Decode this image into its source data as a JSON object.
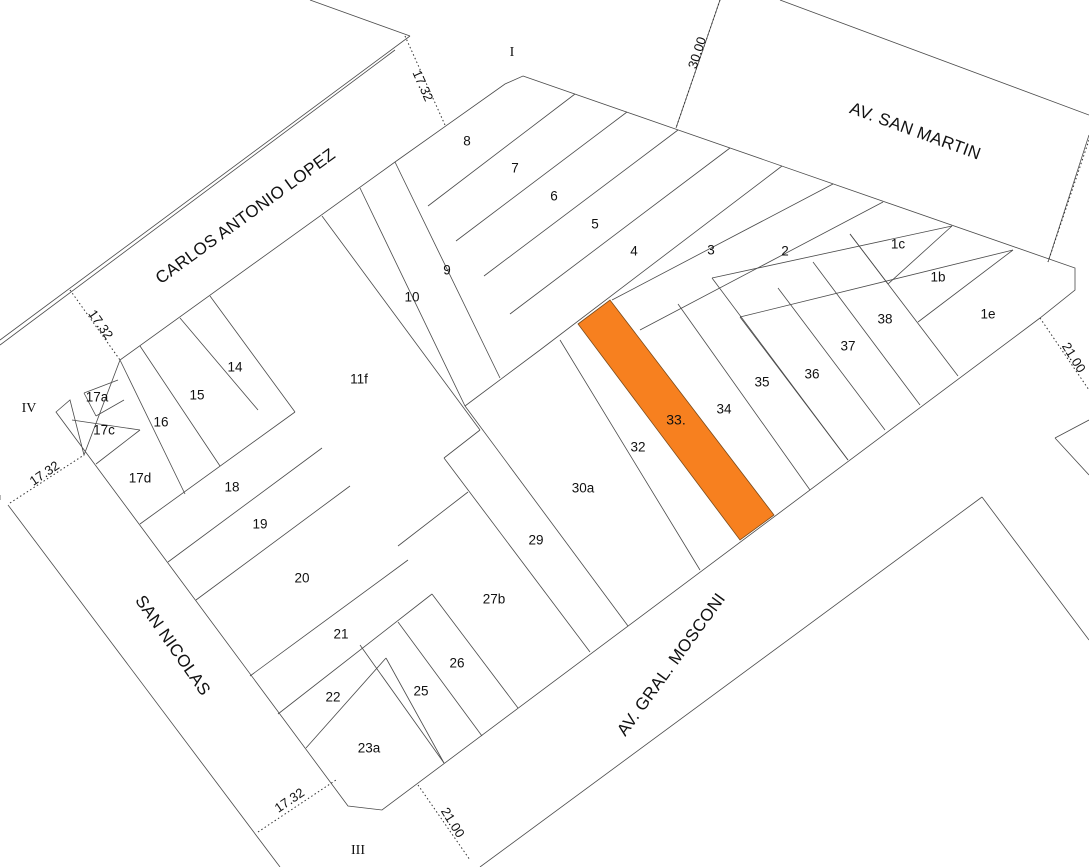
{
  "map": {
    "streets": {
      "north_west": "CARLOS ANTONIO LOPEZ",
      "north_east": "AV. SAN MARTIN",
      "west": "SAN NICOLAS",
      "south": "AV. GRAL. MOSCONI"
    },
    "block_corners": {
      "top": "I",
      "left": "IV",
      "bottom": "III"
    },
    "dimensions": {
      "nw_top": "17.32",
      "nw_left": "17.32",
      "w_left": "17.32",
      "w_bottom": "17.32",
      "ne_top": "30.00",
      "e_right": "21.00",
      "s_bottom": "21.00"
    },
    "selected_lot": "33.",
    "lots": [
      "8",
      "7",
      "6",
      "5",
      "4",
      "3",
      "2",
      "1c",
      "1b",
      "1e",
      "9",
      "10",
      "11f",
      "14",
      "15",
      "16",
      "17a",
      "17c",
      "17d",
      "18",
      "19",
      "20",
      "21",
      "22",
      "23a",
      "25",
      "26",
      "27b",
      "29",
      "30a",
      "32",
      "34",
      "35",
      "36",
      "37",
      "38"
    ],
    "colors": {
      "selected_fill": "#f7801f",
      "line": "#4a4a4a",
      "background": "#ffffff"
    }
  }
}
